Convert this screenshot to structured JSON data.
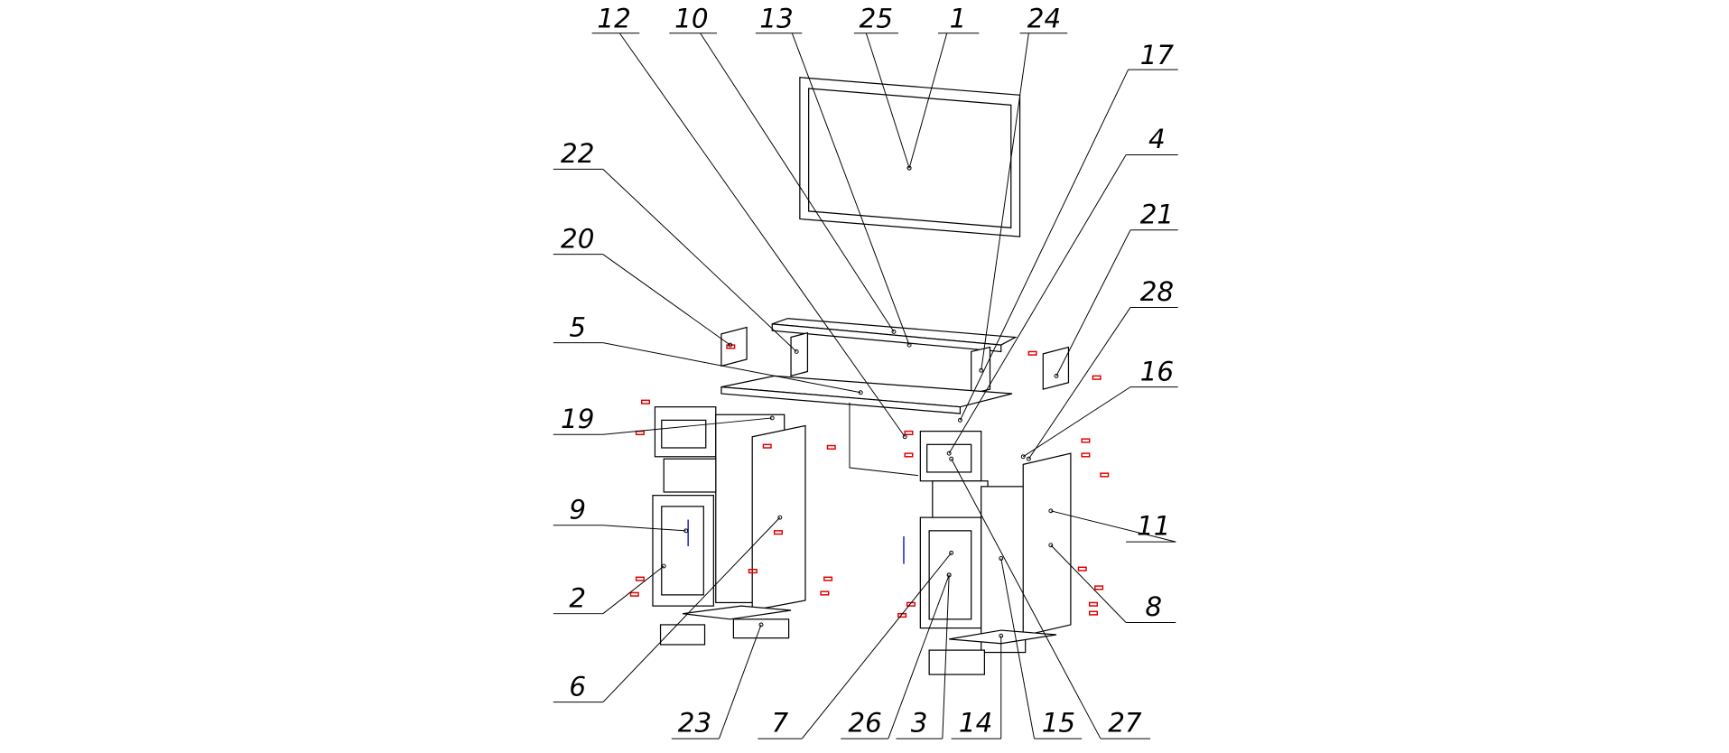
{
  "diagram": {
    "type": "exploded-assembly-drawing",
    "callouts": [
      "12",
      "10",
      "13",
      "25",
      "1",
      "24",
      "17",
      "4",
      "21",
      "28",
      "16",
      "11",
      "8",
      "22",
      "20",
      "5",
      "19",
      "9",
      "2",
      "6",
      "23",
      "7",
      "26",
      "3",
      "14",
      "15",
      "27"
    ]
  },
  "colors": {
    "line": "#000000",
    "fasteners": "#e00000",
    "handles": "#1a1ad0"
  }
}
